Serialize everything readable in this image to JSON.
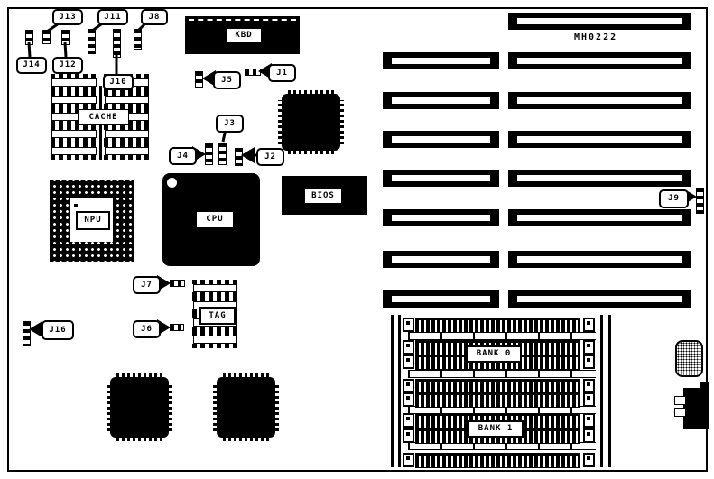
{
  "board": {
    "id_label": "MH0222",
    "type_note": "motherboard layout diagram"
  },
  "callouts": {
    "j1": "J1",
    "j2": "J2",
    "j3": "J3",
    "j4": "J4",
    "j5": "J5",
    "j6": "J6",
    "j7": "J7",
    "j8": "J8",
    "j9": "J9",
    "j10": "J10",
    "j11": "J11",
    "j12": "J12",
    "j13": "J13",
    "j14": "J14",
    "j16": "J16"
  },
  "components": {
    "kbd": "KBD",
    "cache": "CACHE",
    "npu": "NPU",
    "cpu": "CPU",
    "bios": "BIOS",
    "tag": "TAG",
    "bank0": "BANK 0",
    "bank1": "BANK 1"
  },
  "colors": {
    "ink": "#000000",
    "paper": "#ffffff"
  }
}
